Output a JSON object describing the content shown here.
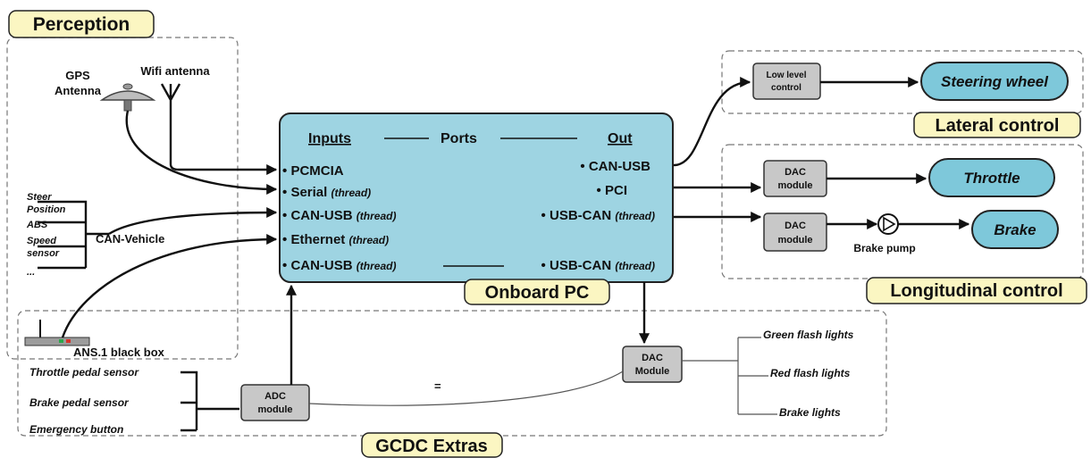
{
  "groups": {
    "perception": "Perception",
    "lateral_control": "Lateral control",
    "longitudinal_control": "Longitudinal control",
    "gcdc_extras": "GCDC Extras",
    "onboard_pc": "Onboard PC"
  },
  "perception": {
    "gps_line1": "GPS",
    "gps_line2": "Antenna",
    "wifi": "Wifi antenna",
    "can_vehicle": "CAN-Vehicle",
    "signals": [
      "Steer",
      "Position",
      "ABS",
      "Speed",
      "sensor",
      "..."
    ],
    "black_box": "ANS.1 black box"
  },
  "pc": {
    "inputs": "Inputs",
    "ports": "Ports",
    "out": "Out",
    "bullet": "•",
    "in_ports": [
      {
        "name": "PCMCIA",
        "tag": ""
      },
      {
        "name": "Serial",
        "tag": "(thread)"
      },
      {
        "name": "CAN-USB",
        "tag": "(thread)"
      },
      {
        "name": "Ethernet",
        "tag": "(thread)"
      },
      {
        "name": "CAN-USB",
        "tag": "(thread)"
      }
    ],
    "out_ports": [
      {
        "name": "CAN-USB",
        "tag": ""
      },
      {
        "name": "PCI",
        "tag": ""
      },
      {
        "name": "USB-CAN",
        "tag": "(thread)"
      },
      {
        "name": "USB-CAN",
        "tag": "(thread)"
      }
    ]
  },
  "lateral": {
    "box_line1": "Low level",
    "box_line2": "control",
    "target": "Steering wheel"
  },
  "longitudinal": {
    "dac1_line1": "DAC",
    "dac1_line2": "module",
    "throttle": "Throttle",
    "dac2_line1": "DAC",
    "dac2_line2": "module",
    "pump": "Brake pump",
    "brake": "Brake"
  },
  "extras": {
    "sensors": [
      "Throttle pedal sensor",
      "Brake pedal sensor",
      "Emergency button"
    ],
    "adc_line1": "ADC",
    "adc_line2": "module",
    "equals": "=",
    "dac_line1": "DAC",
    "dac_line2": "Module",
    "lights": [
      "Green flash lights",
      "Red flash lights",
      "Brake lights"
    ]
  }
}
